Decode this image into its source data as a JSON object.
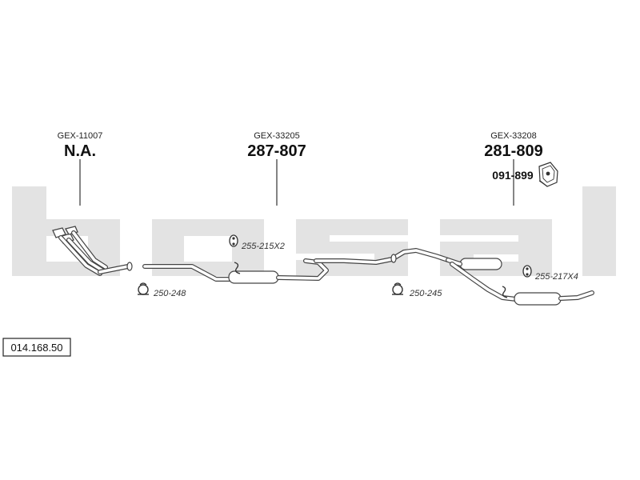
{
  "reference": "014.168.50",
  "watermark": "bosal",
  "parts": [
    {
      "id": "front-pipe",
      "small_code": "GEX-11007",
      "big_code": "N.A."
    },
    {
      "id": "centre-silencer",
      "small_code": "GEX-33205",
      "big_code": "287-807"
    },
    {
      "id": "rear-silencer",
      "small_code": "GEX-33208",
      "big_code": "281-809",
      "extra_code": "091-899"
    }
  ],
  "accessories": {
    "clamp_front": "250-248",
    "clamp_mid": "250-245",
    "hanger_front": "255-215X2",
    "hanger_rear": "255-217X4"
  },
  "colors": {
    "watermark": "#e3e3e3",
    "line": "#444444"
  }
}
